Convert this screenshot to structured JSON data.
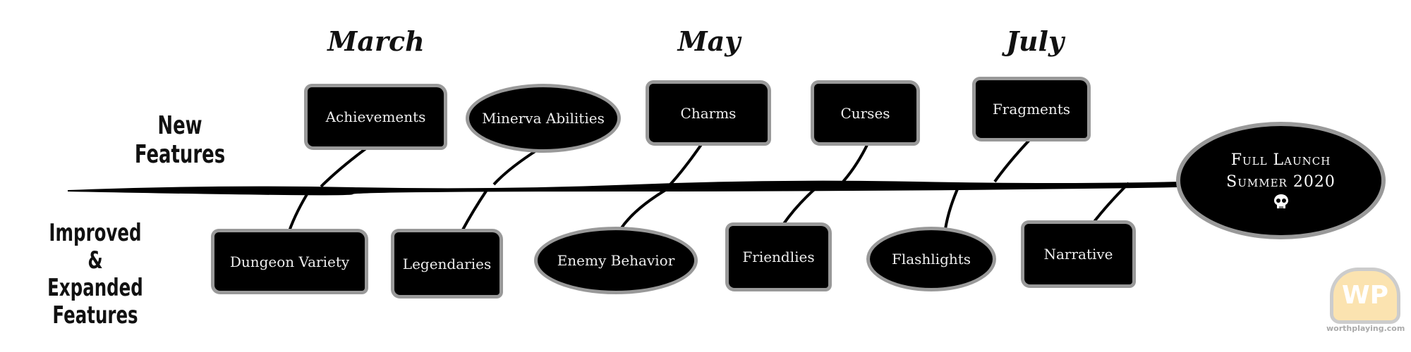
{
  "months": [
    "March",
    "May",
    "July"
  ],
  "sections": {
    "new": "New Features",
    "improved_lines": [
      "Improved &",
      "Expanded",
      "Features"
    ]
  },
  "new_features": [
    "Achievements",
    "Minerva Abilities",
    "Charms",
    "Curses",
    "Fragments"
  ],
  "improved_features": [
    "Dungeon Variety",
    "Legendaries",
    "Enemy Behavior",
    "Friendlies",
    "Flashlights",
    "Narrative"
  ],
  "launch": {
    "line1": "Full Launch",
    "line2": "Summer 2020",
    "icon": "skull-icon"
  },
  "watermark": {
    "logo": "WP",
    "text": "worthplaying.com"
  },
  "colors": {
    "box": "#000000",
    "border": "#999999",
    "text": "#eeeeee"
  }
}
